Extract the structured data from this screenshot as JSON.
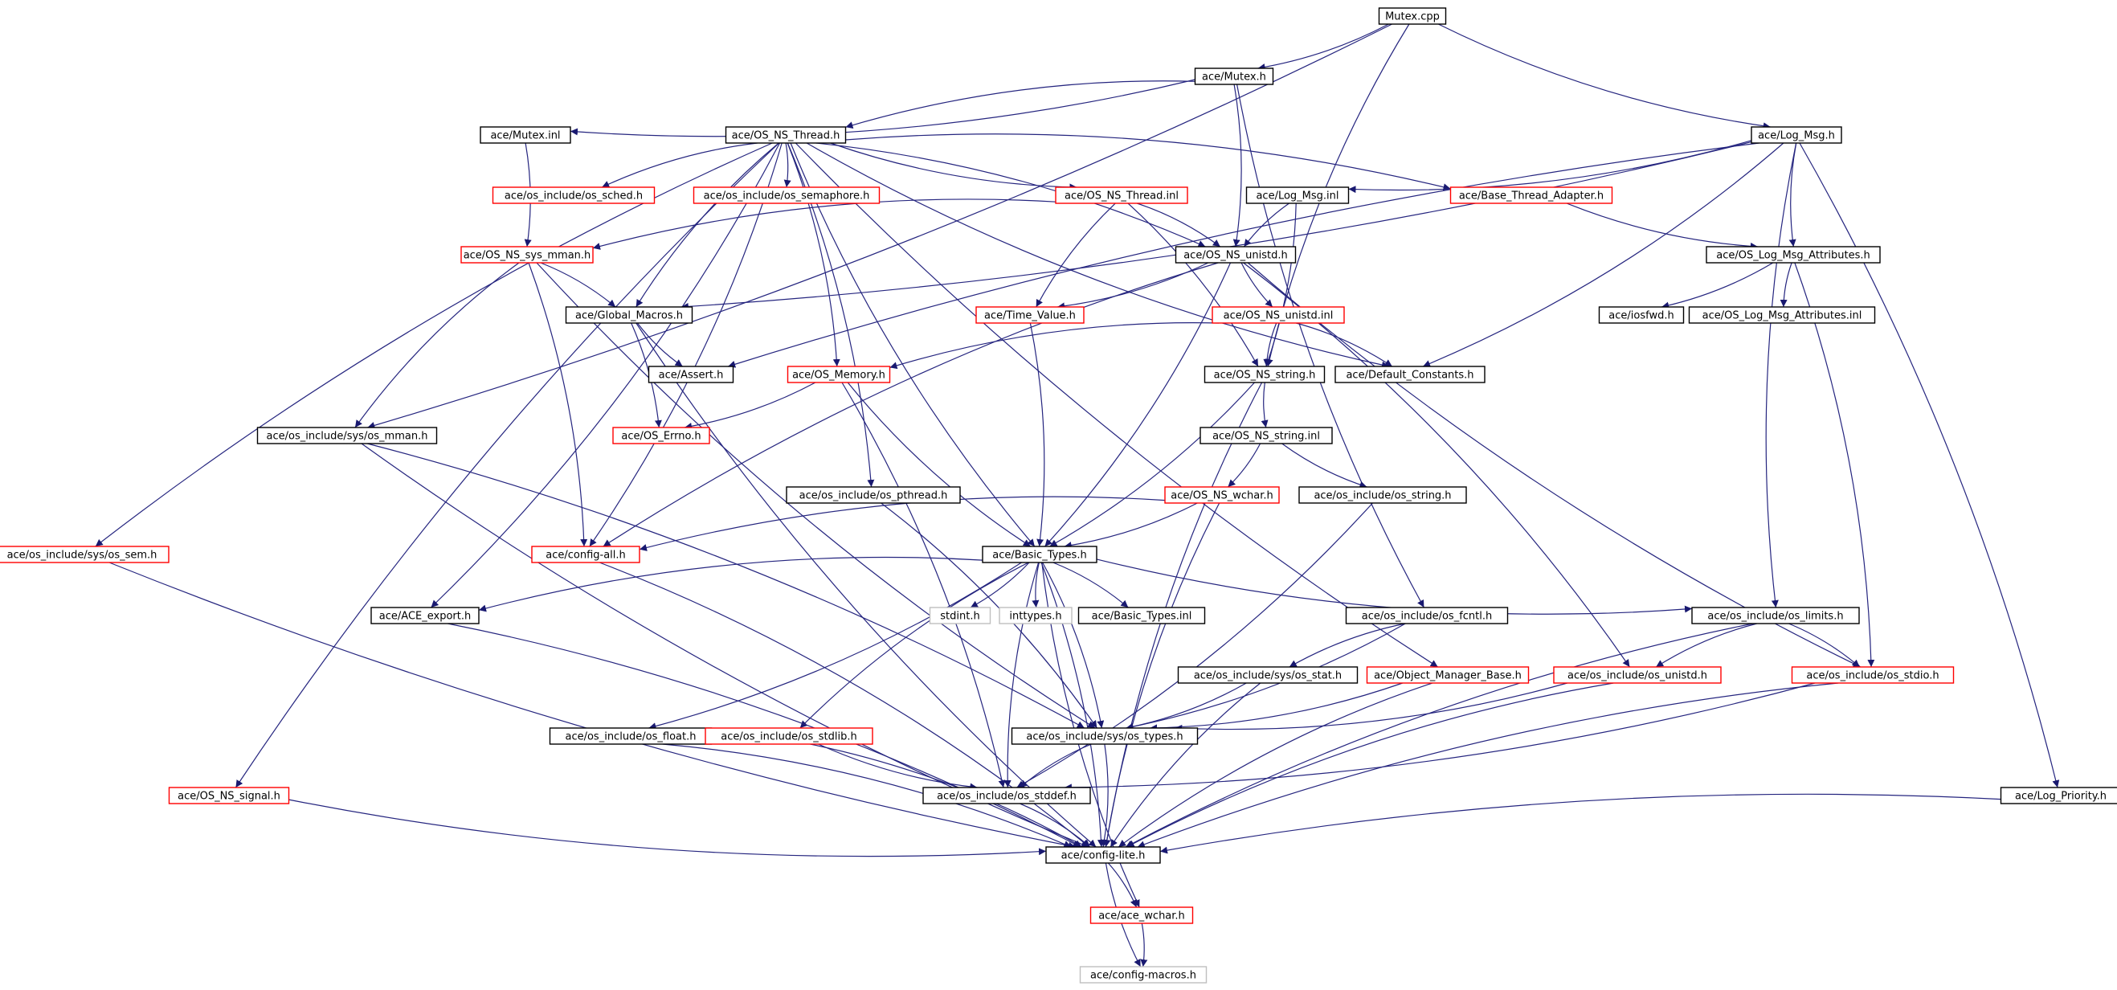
{
  "colors": {
    "edge": "#191970",
    "border_normal": "#000000",
    "border_truncated": "#ff0000",
    "border_external": "#bfbfbf",
    "root_fill": "#bfbfbf"
  },
  "nodes": [
    {
      "id": "mutex_cpp",
      "label": "Mutex.cpp",
      "style": "root"
    },
    {
      "id": "mutex_h",
      "label": "ace/Mutex.h",
      "style": "normal"
    },
    {
      "id": "mutex_inl",
      "label": "ace/Mutex.inl",
      "style": "normal"
    },
    {
      "id": "os_ns_thread_h",
      "label": "ace/OS_NS_Thread.h",
      "style": "normal"
    },
    {
      "id": "log_msg_h",
      "label": "ace/Log_Msg.h",
      "style": "normal"
    },
    {
      "id": "os_sched_h",
      "label": "ace/os_include/os_sched.h",
      "style": "truncated"
    },
    {
      "id": "os_semaphore_h",
      "label": "ace/os_include/os_semaphore.h",
      "style": "truncated"
    },
    {
      "id": "os_ns_thread_inl",
      "label": "ace/OS_NS_Thread.inl",
      "style": "truncated"
    },
    {
      "id": "log_msg_inl",
      "label": "ace/Log_Msg.inl",
      "style": "normal"
    },
    {
      "id": "base_thread_adapter_h",
      "label": "ace/Base_Thread_Adapter.h",
      "style": "truncated"
    },
    {
      "id": "os_ns_sys_mman_h",
      "label": "ace/OS_NS_sys_mman.h",
      "style": "truncated"
    },
    {
      "id": "os_ns_unistd_h",
      "label": "ace/OS_NS_unistd.h",
      "style": "normal"
    },
    {
      "id": "os_log_msg_attributes_h",
      "label": "ace/OS_Log_Msg_Attributes.h",
      "style": "normal"
    },
    {
      "id": "global_macros_h",
      "label": "ace/Global_Macros.h",
      "style": "normal"
    },
    {
      "id": "time_value_h",
      "label": "ace/Time_Value.h",
      "style": "truncated"
    },
    {
      "id": "os_ns_unistd_inl",
      "label": "ace/OS_NS_unistd.inl",
      "style": "truncated"
    },
    {
      "id": "iosfwd_h",
      "label": "ace/iosfwd.h",
      "style": "normal"
    },
    {
      "id": "os_log_msg_attributes_inl",
      "label": "ace/OS_Log_Msg_Attributes.inl",
      "style": "normal"
    },
    {
      "id": "assert_h",
      "label": "ace/Assert.h",
      "style": "normal"
    },
    {
      "id": "os_memory_h",
      "label": "ace/OS_Memory.h",
      "style": "truncated"
    },
    {
      "id": "os_ns_string_h",
      "label": "ace/OS_NS_string.h",
      "style": "normal"
    },
    {
      "id": "default_constants_h",
      "label": "ace/Default_Constants.h",
      "style": "normal"
    },
    {
      "id": "sys_os_mman_h",
      "label": "ace/os_include/sys/os_mman.h",
      "style": "normal"
    },
    {
      "id": "os_errno_h",
      "label": "ace/OS_Errno.h",
      "style": "truncated"
    },
    {
      "id": "os_ns_string_inl",
      "label": "ace/OS_NS_string.inl",
      "style": "normal"
    },
    {
      "id": "os_pthread_h",
      "label": "ace/os_include/os_pthread.h",
      "style": "normal"
    },
    {
      "id": "os_ns_wchar_h",
      "label": "ace/OS_NS_wchar.h",
      "style": "truncated"
    },
    {
      "id": "os_string_h",
      "label": "ace/os_include/os_string.h",
      "style": "normal"
    },
    {
      "id": "sys_os_sem_h",
      "label": "ace/os_include/sys/os_sem.h",
      "style": "truncated"
    },
    {
      "id": "config_all_h",
      "label": "ace/config-all.h",
      "style": "truncated"
    },
    {
      "id": "basic_types_h",
      "label": "ace/Basic_Types.h",
      "style": "normal"
    },
    {
      "id": "ace_export_h",
      "label": "ace/ACE_export.h",
      "style": "normal"
    },
    {
      "id": "stdint_h",
      "label": "stdint.h",
      "style": "external"
    },
    {
      "id": "inttypes_h",
      "label": "inttypes.h",
      "style": "external"
    },
    {
      "id": "basic_types_inl",
      "label": "ace/Basic_Types.inl",
      "style": "normal"
    },
    {
      "id": "os_fcntl_h",
      "label": "ace/os_include/os_fcntl.h",
      "style": "normal"
    },
    {
      "id": "os_limits_h",
      "label": "ace/os_include/os_limits.h",
      "style": "normal"
    },
    {
      "id": "sys_os_stat_h",
      "label": "ace/os_include/sys/os_stat.h",
      "style": "normal"
    },
    {
      "id": "object_manager_base_h",
      "label": "ace/Object_Manager_Base.h",
      "style": "truncated"
    },
    {
      "id": "os_unistd_h",
      "label": "ace/os_include/os_unistd.h",
      "style": "truncated"
    },
    {
      "id": "os_stdio_h",
      "label": "ace/os_include/os_stdio.h",
      "style": "truncated"
    },
    {
      "id": "os_float_h",
      "label": "ace/os_include/os_float.h",
      "style": "normal"
    },
    {
      "id": "os_stdlib_h",
      "label": "ace/os_include/os_stdlib.h",
      "style": "truncated"
    },
    {
      "id": "sys_os_types_h",
      "label": "ace/os_include/sys/os_types.h",
      "style": "normal"
    },
    {
      "id": "os_ns_signal_h",
      "label": "ace/OS_NS_signal.h",
      "style": "truncated"
    },
    {
      "id": "os_stddef_h",
      "label": "ace/os_include/os_stddef.h",
      "style": "normal"
    },
    {
      "id": "log_priority_h",
      "label": "ace/Log_Priority.h",
      "style": "normal"
    },
    {
      "id": "config_lite_h",
      "label": "ace/config-lite.h",
      "style": "normal"
    },
    {
      "id": "ace_wchar_h",
      "label": "ace/ace_wchar.h",
      "style": "truncated"
    },
    {
      "id": "config_macros_h",
      "label": "ace/config-macros.h",
      "style": "external"
    }
  ],
  "edges": [
    [
      "mutex_cpp",
      "mutex_h"
    ],
    [
      "mutex_cpp",
      "log_msg_h"
    ],
    [
      "mutex_cpp",
      "sys_os_mman_h"
    ],
    [
      "mutex_cpp",
      "os_ns_string_h"
    ],
    [
      "mutex_h",
      "mutex_inl"
    ],
    [
      "mutex_h",
      "os_ns_thread_h"
    ],
    [
      "mutex_h",
      "os_ns_unistd_h"
    ],
    [
      "mutex_h",
      "os_fcntl_h"
    ],
    [
      "mutex_inl",
      "os_ns_sys_mman_h"
    ],
    [
      "os_ns_thread_h",
      "os_sched_h"
    ],
    [
      "os_ns_thread_h",
      "os_semaphore_h"
    ],
    [
      "os_ns_thread_h",
      "os_ns_thread_inl"
    ],
    [
      "os_ns_thread_h",
      "base_thread_adapter_h"
    ],
    [
      "os_ns_thread_h",
      "global_macros_h"
    ],
    [
      "os_ns_thread_h",
      "os_memory_h"
    ],
    [
      "os_ns_thread_h",
      "default_constants_h"
    ],
    [
      "os_ns_thread_h",
      "os_pthread_h"
    ],
    [
      "os_ns_thread_h",
      "sys_os_sem_h"
    ],
    [
      "os_ns_thread_h",
      "config_all_h"
    ],
    [
      "os_ns_thread_h",
      "basic_types_h"
    ],
    [
      "os_ns_thread_h",
      "ace_export_h"
    ],
    [
      "os_ns_thread_h",
      "os_ns_signal_h"
    ],
    [
      "os_ns_thread_h",
      "os_ns_unistd_h"
    ],
    [
      "os_ns_thread_h",
      "object_manager_base_h"
    ],
    [
      "log_msg_h",
      "log_msg_inl"
    ],
    [
      "log_msg_h",
      "os_log_msg_attributes_h"
    ],
    [
      "log_msg_h",
      "global_macros_h"
    ],
    [
      "log_msg_h",
      "assert_h"
    ],
    [
      "log_msg_h",
      "default_constants_h"
    ],
    [
      "log_msg_h",
      "os_limits_h"
    ],
    [
      "log_msg_h",
      "log_priority_h"
    ],
    [
      "os_ns_thread_inl",
      "os_ns_sys_mman_h"
    ],
    [
      "os_ns_thread_inl",
      "os_ns_unistd_h"
    ],
    [
      "os_ns_thread_inl",
      "time_value_h"
    ],
    [
      "os_ns_thread_inl",
      "os_ns_string_h"
    ],
    [
      "log_msg_inl",
      "os_ns_unistd_h"
    ],
    [
      "log_msg_inl",
      "os_ns_string_h"
    ],
    [
      "base_thread_adapter_h",
      "os_log_msg_attributes_h"
    ],
    [
      "os_ns_sys_mman_h",
      "global_macros_h"
    ],
    [
      "os_ns_sys_mman_h",
      "sys_os_mman_h"
    ],
    [
      "os_ns_sys_mman_h",
      "config_all_h"
    ],
    [
      "os_ns_sys_mman_h",
      "sys_os_types_h"
    ],
    [
      "os_ns_unistd_h",
      "time_value_h"
    ],
    [
      "os_ns_unistd_h",
      "os_ns_unistd_inl"
    ],
    [
      "os_ns_unistd_h",
      "basic_types_h"
    ],
    [
      "os_ns_unistd_h",
      "config_all_h"
    ],
    [
      "os_ns_unistd_h",
      "os_unistd_h"
    ],
    [
      "os_ns_unistd_h",
      "os_stdio_h"
    ],
    [
      "os_log_msg_attributes_h",
      "iosfwd_h"
    ],
    [
      "os_log_msg_attributes_h",
      "os_log_msg_attributes_inl"
    ],
    [
      "os_log_msg_attributes_h",
      "os_stdio_h"
    ],
    [
      "global_macros_h",
      "assert_h"
    ],
    [
      "global_macros_h",
      "os_errno_h"
    ],
    [
      "global_macros_h",
      "config_lite_h"
    ],
    [
      "time_value_h",
      "basic_types_h"
    ],
    [
      "os_ns_unistd_inl",
      "os_memory_h"
    ],
    [
      "os_ns_unistd_inl",
      "default_constants_h"
    ],
    [
      "os_ns_unistd_inl",
      "os_ns_string_h"
    ],
    [
      "os_memory_h",
      "os_errno_h"
    ],
    [
      "os_memory_h",
      "basic_types_h"
    ],
    [
      "os_memory_h",
      "os_stddef_h"
    ],
    [
      "os_ns_string_h",
      "os_ns_string_inl"
    ],
    [
      "os_ns_string_h",
      "basic_types_h"
    ],
    [
      "os_ns_string_h",
      "config_lite_h"
    ],
    [
      "sys_os_mman_h",
      "sys_os_types_h"
    ],
    [
      "sys_os_mman_h",
      "config_lite_h"
    ],
    [
      "os_ns_string_inl",
      "os_ns_wchar_h"
    ],
    [
      "os_ns_string_inl",
      "os_string_h"
    ],
    [
      "os_pthread_h",
      "sys_os_types_h"
    ],
    [
      "os_ns_wchar_h",
      "config_all_h"
    ],
    [
      "os_ns_wchar_h",
      "basic_types_h"
    ],
    [
      "os_ns_wchar_h",
      "config_lite_h"
    ],
    [
      "os_string_h",
      "os_stddef_h"
    ],
    [
      "sys_os_sem_h",
      "config_lite_h"
    ],
    [
      "config_all_h",
      "config_lite_h"
    ],
    [
      "basic_types_h",
      "ace_export_h"
    ],
    [
      "basic_types_h",
      "stdint_h"
    ],
    [
      "basic_types_h",
      "inttypes_h"
    ],
    [
      "basic_types_h",
      "basic_types_inl"
    ],
    [
      "basic_types_h",
      "os_limits_h"
    ],
    [
      "basic_types_h",
      "os_float_h"
    ],
    [
      "basic_types_h",
      "os_stdlib_h"
    ],
    [
      "basic_types_h",
      "sys_os_types_h"
    ],
    [
      "basic_types_h",
      "os_stddef_h"
    ],
    [
      "basic_types_h",
      "config_lite_h"
    ],
    [
      "basic_types_h",
      "ace_wchar_h"
    ],
    [
      "ace_export_h",
      "config_lite_h"
    ],
    [
      "os_fcntl_h",
      "sys_os_stat_h"
    ],
    [
      "os_fcntl_h",
      "sys_os_types_h"
    ],
    [
      "os_limits_h",
      "os_unistd_h"
    ],
    [
      "os_limits_h",
      "os_stdio_h"
    ],
    [
      "os_limits_h",
      "config_lite_h"
    ],
    [
      "sys_os_stat_h",
      "sys_os_types_h"
    ],
    [
      "sys_os_stat_h",
      "config_lite_h"
    ],
    [
      "object_manager_base_h",
      "sys_os_types_h"
    ],
    [
      "object_manager_base_h",
      "config_lite_h"
    ],
    [
      "os_unistd_h",
      "sys_os_types_h"
    ],
    [
      "os_unistd_h",
      "config_lite_h"
    ],
    [
      "os_stdio_h",
      "os_stddef_h"
    ],
    [
      "os_stdio_h",
      "config_lite_h"
    ],
    [
      "os_float_h",
      "config_lite_h"
    ],
    [
      "os_stdlib_h",
      "os_stddef_h"
    ],
    [
      "os_stdlib_h",
      "config_lite_h"
    ],
    [
      "sys_os_types_h",
      "os_stddef_h"
    ],
    [
      "sys_os_types_h",
      "config_lite_h"
    ],
    [
      "os_ns_signal_h",
      "config_lite_h"
    ],
    [
      "os_stddef_h",
      "config_lite_h"
    ],
    [
      "log_priority_h",
      "config_lite_h"
    ],
    [
      "config_lite_h",
      "ace_wchar_h"
    ],
    [
      "config_lite_h",
      "config_macros_h"
    ],
    [
      "ace_wchar_h",
      "config_macros_h"
    ]
  ]
}
